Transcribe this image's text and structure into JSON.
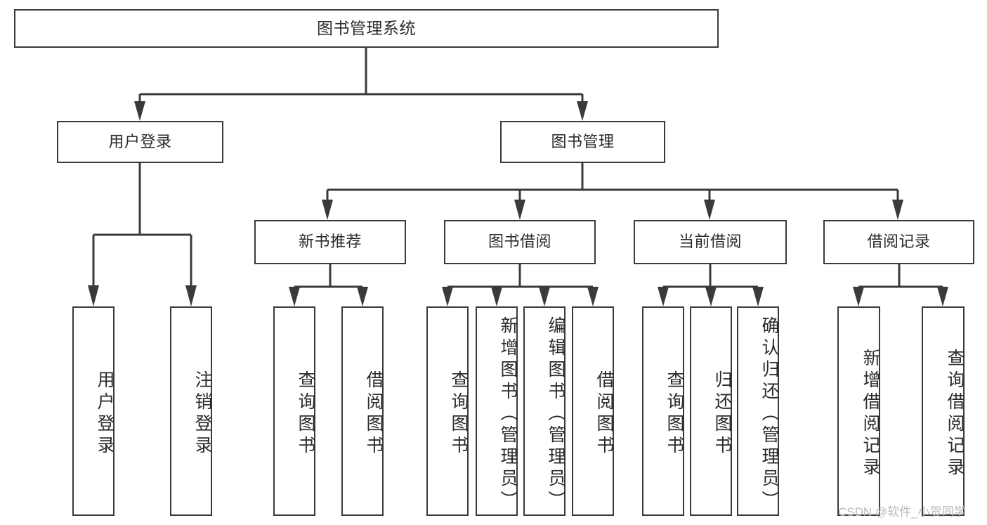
{
  "diagram": {
    "title": "图书管理系统",
    "type": "tree-hierarchy-chart",
    "orientation": "top-down",
    "colors": {
      "stroke": "#3a3a3a",
      "fill": "#ffffff",
      "text": "#2b2b2b",
      "watermark": "#b9b9b9"
    },
    "root": {
      "label": "图书管理系统"
    },
    "level2": [
      {
        "label": "用户登录"
      },
      {
        "label": "图书管理"
      }
    ],
    "level3": [
      {
        "label": "新书推荐"
      },
      {
        "label": "图书借阅"
      },
      {
        "label": "当前借阅"
      },
      {
        "label": "借阅记录"
      }
    ],
    "leaves": {
      "user_login": [
        {
          "label": "用户登录"
        },
        {
          "label": "注销登录"
        }
      ],
      "new_book_recommend": [
        {
          "label": "查询图书"
        },
        {
          "label": "借阅图书"
        }
      ],
      "book_borrow": [
        {
          "label": "查询图书"
        },
        {
          "label": "新增图书（管理员）"
        },
        {
          "label": "编辑图书（管理员）"
        },
        {
          "label": "借阅图书"
        }
      ],
      "current_borrow": [
        {
          "label": "查询图书"
        },
        {
          "label": "归还图书"
        },
        {
          "label": "确认归还（管理员）"
        }
      ],
      "borrow_record": [
        {
          "label": "新增借阅记录"
        },
        {
          "label": "查询借阅记录"
        }
      ]
    }
  },
  "watermark": {
    "text": "CSDN @软件_小贺同学"
  }
}
